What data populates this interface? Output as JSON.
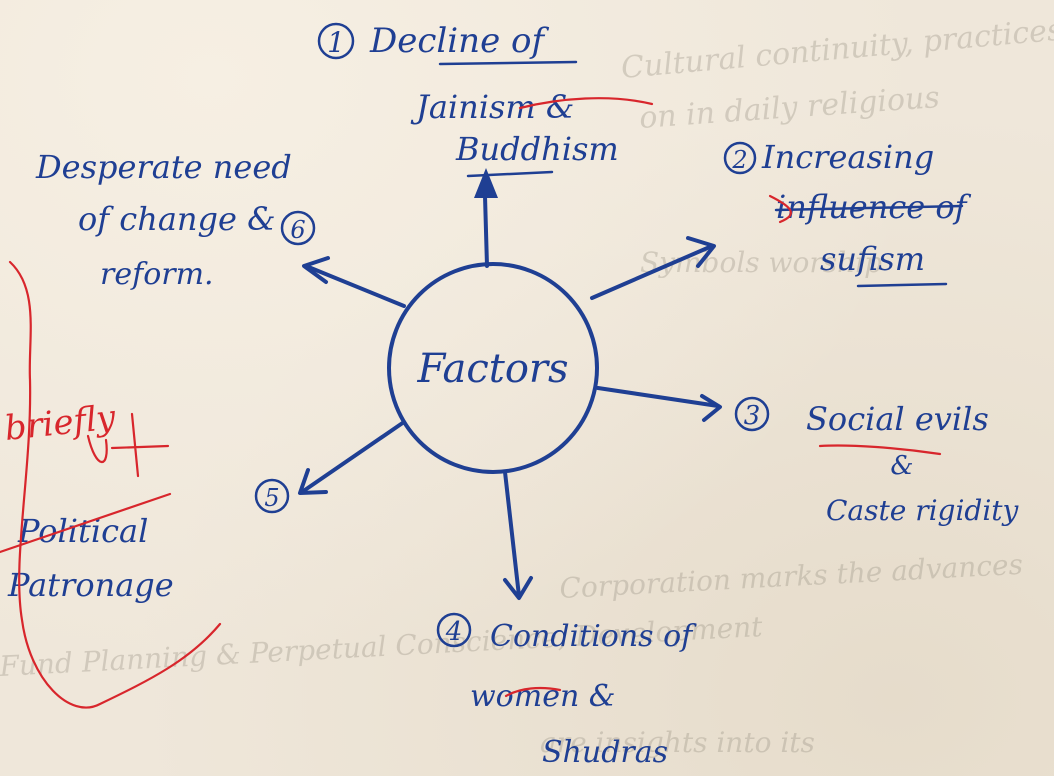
{
  "background_colors": {
    "paper": "#efe7da",
    "ink": "#1f3f93",
    "red_ink": "#d8262c"
  },
  "center": {
    "label": "Factors"
  },
  "factors": [
    {
      "number": "1",
      "lines": [
        "Decline of",
        "Jainism &",
        "Buddhism"
      ]
    },
    {
      "number": "2",
      "lines": [
        "Increasing",
        "influence of",
        "sufism"
      ]
    },
    {
      "number": "3",
      "lines": [
        "Social evils",
        "&",
        "Caste rigidity"
      ]
    },
    {
      "number": "4",
      "lines": [
        "Conditions of",
        "women &",
        "Shudras"
      ]
    },
    {
      "number": "5",
      "lines": [
        "Political",
        "Patronage"
      ]
    },
    {
      "number": "6",
      "lines": [
        "Desperate need",
        "of change &",
        "reform."
      ]
    }
  ],
  "annotation": {
    "text": "briefly"
  },
  "bleed_through_lines": [
    "Cultural continuity, practices, symbols",
    "on in daily religious",
    "Symbols worship",
    "Corporation marks the advances",
    "Fund Planning & Perpetual Conscience, Development",
    "are insights into its"
  ]
}
